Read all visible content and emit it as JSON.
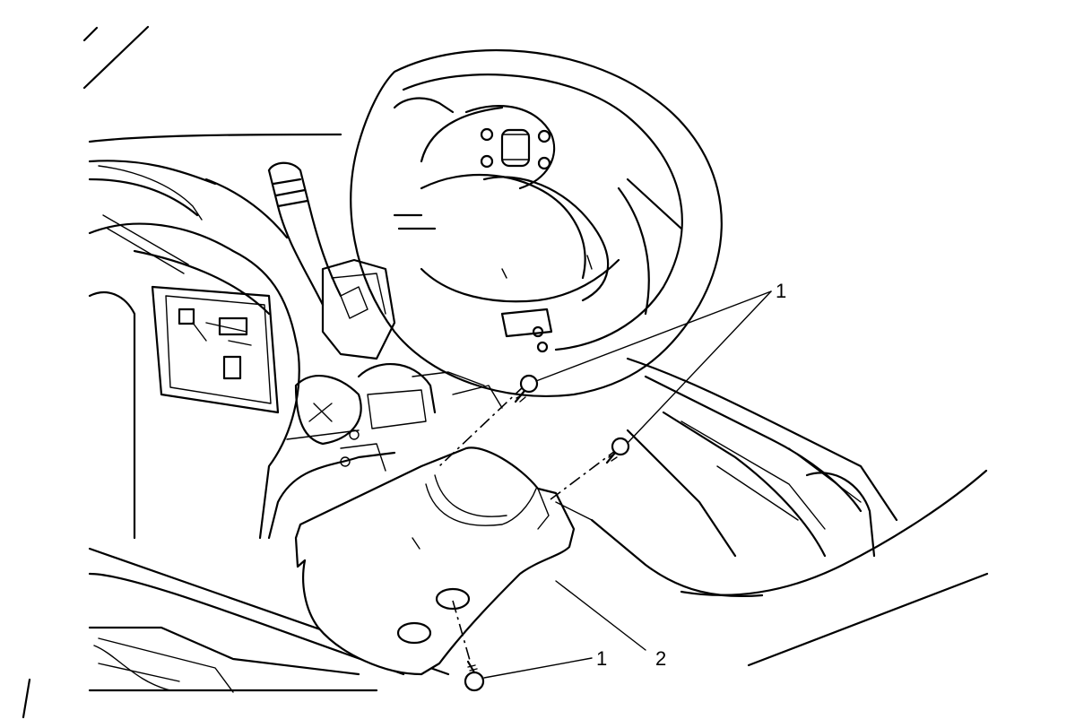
{
  "diagram": {
    "callouts": [
      {
        "id": "fastener-upper",
        "label": "1"
      },
      {
        "id": "fastener-lower",
        "label": "1"
      },
      {
        "id": "column-cover",
        "label": "2"
      }
    ]
  }
}
